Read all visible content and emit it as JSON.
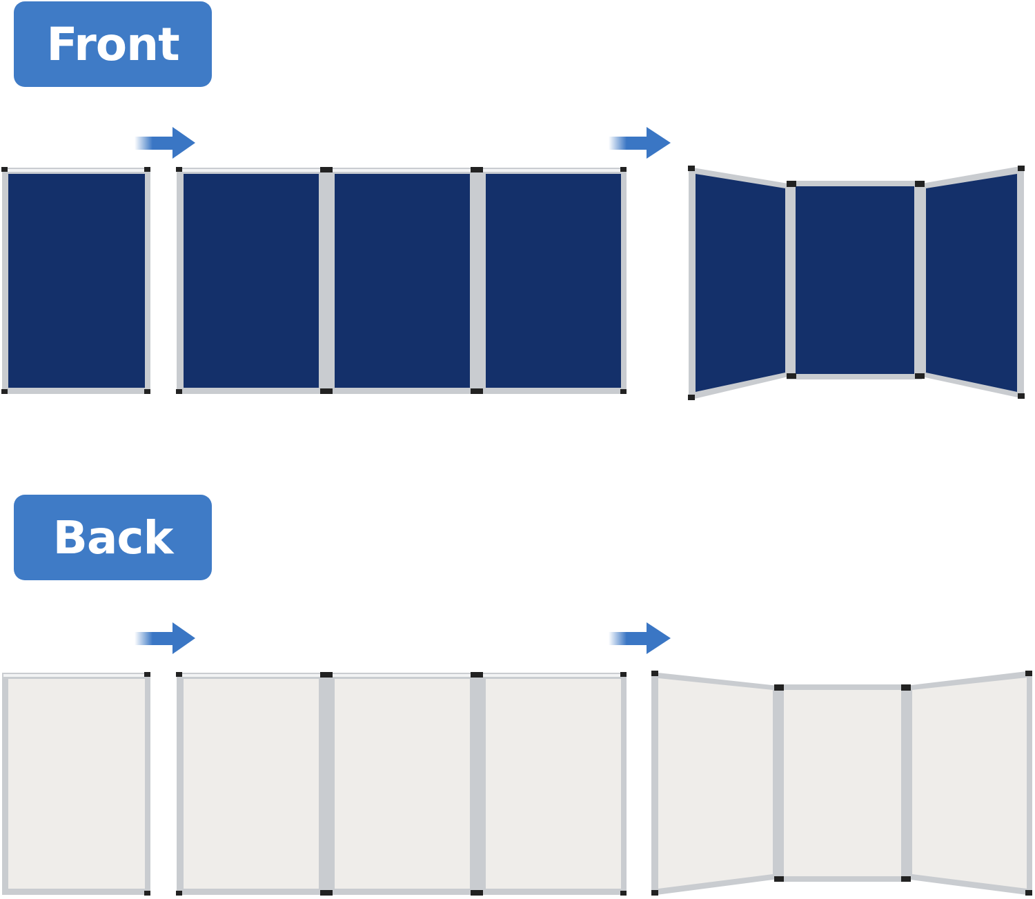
{
  "labels": {
    "front": "Front",
    "back": "Back"
  },
  "colors": {
    "badge": "#3f7bc6",
    "arrow": "#3a76c4",
    "front_fabric": "#14306a",
    "back_surface": "#efedea",
    "frame": "#c9ccd0",
    "frame_highlight": "#f2f3f4",
    "corner": "#222222"
  },
  "rows": [
    {
      "side": "front",
      "sequence": [
        "single-panel",
        "arrow-right",
        "three-panels-flat",
        "arrow-right",
        "three-panels-folded"
      ]
    },
    {
      "side": "back",
      "sequence": [
        "single-panel",
        "arrow-right",
        "three-panels-flat",
        "arrow-right",
        "three-panels-folded"
      ]
    }
  ]
}
